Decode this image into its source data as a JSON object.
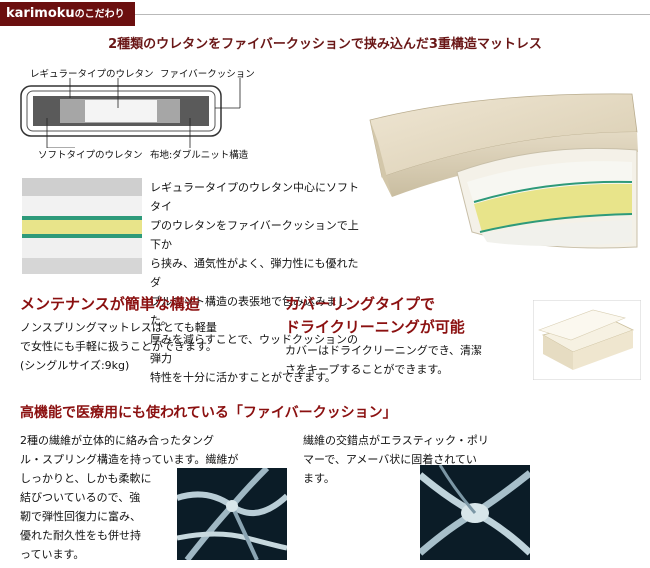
{
  "brand": {
    "name": "karimoku",
    "suffix": "のこだわり"
  },
  "headline": "2種類のウレタンをファイバークッションで挟み込んだ3重構造マットレス",
  "diagram": {
    "label_regular": "レギュラータイプのウレタン",
    "label_fiber": "ファイバークッション",
    "label_soft": "ソフトタイプのウレタン",
    "label_fabric": "布地:ダブルニット構造"
  },
  "description": [
    "レギュラータイプのウレタン中心にソフトタイ",
    "プのウレタンをファイバークッションで上下か",
    "ら挟み、通気性がよく、弾力性にも優れたダ",
    "ブルニット構造の表張地で包み込みました。",
    "厚みを減らすことで、ウッドクッションの弾力",
    "特性を十分に活かすことができます。"
  ],
  "maintenance": {
    "title": "メンテナンスが簡単な構造",
    "lines": [
      "ノンスプリングマットレスはとても軽量",
      "で女性にも手軽に扱うことができます。",
      "(シングルサイズ:9kg)"
    ]
  },
  "cover": {
    "title_line1": "カバーリングタイプで",
    "title_line2": "ドライクリーニングが可能",
    "lines": [
      "カバーはドライクリーニングでき、清潔",
      "さをキープすることができます。"
    ]
  },
  "fiber": {
    "title": "高機能で医療用にも使われている「ファイバークッション」",
    "left_lines": [
      "2種の繊維が立体的に絡み合ったタング",
      "ル・スプリング構造を持っています。繊維が",
      "しっかりと、しかも柔軟に",
      "結びついているので、強",
      "靭で弾性回復力に富み、",
      "優れた耐久性をも併せ持",
      "っています。"
    ],
    "right_lines": [
      "繊維の交錯点がエラスティック・ポリ",
      "マーで、アメーバ状に固着されてい",
      "ます。"
    ]
  },
  "colors": {
    "brand": "#6b0f0f",
    "headline": "#6a1717",
    "section_title": "#8b1010",
    "foam_yellow": "#e8e48a",
    "stitch_green": "#2e9a7a"
  }
}
